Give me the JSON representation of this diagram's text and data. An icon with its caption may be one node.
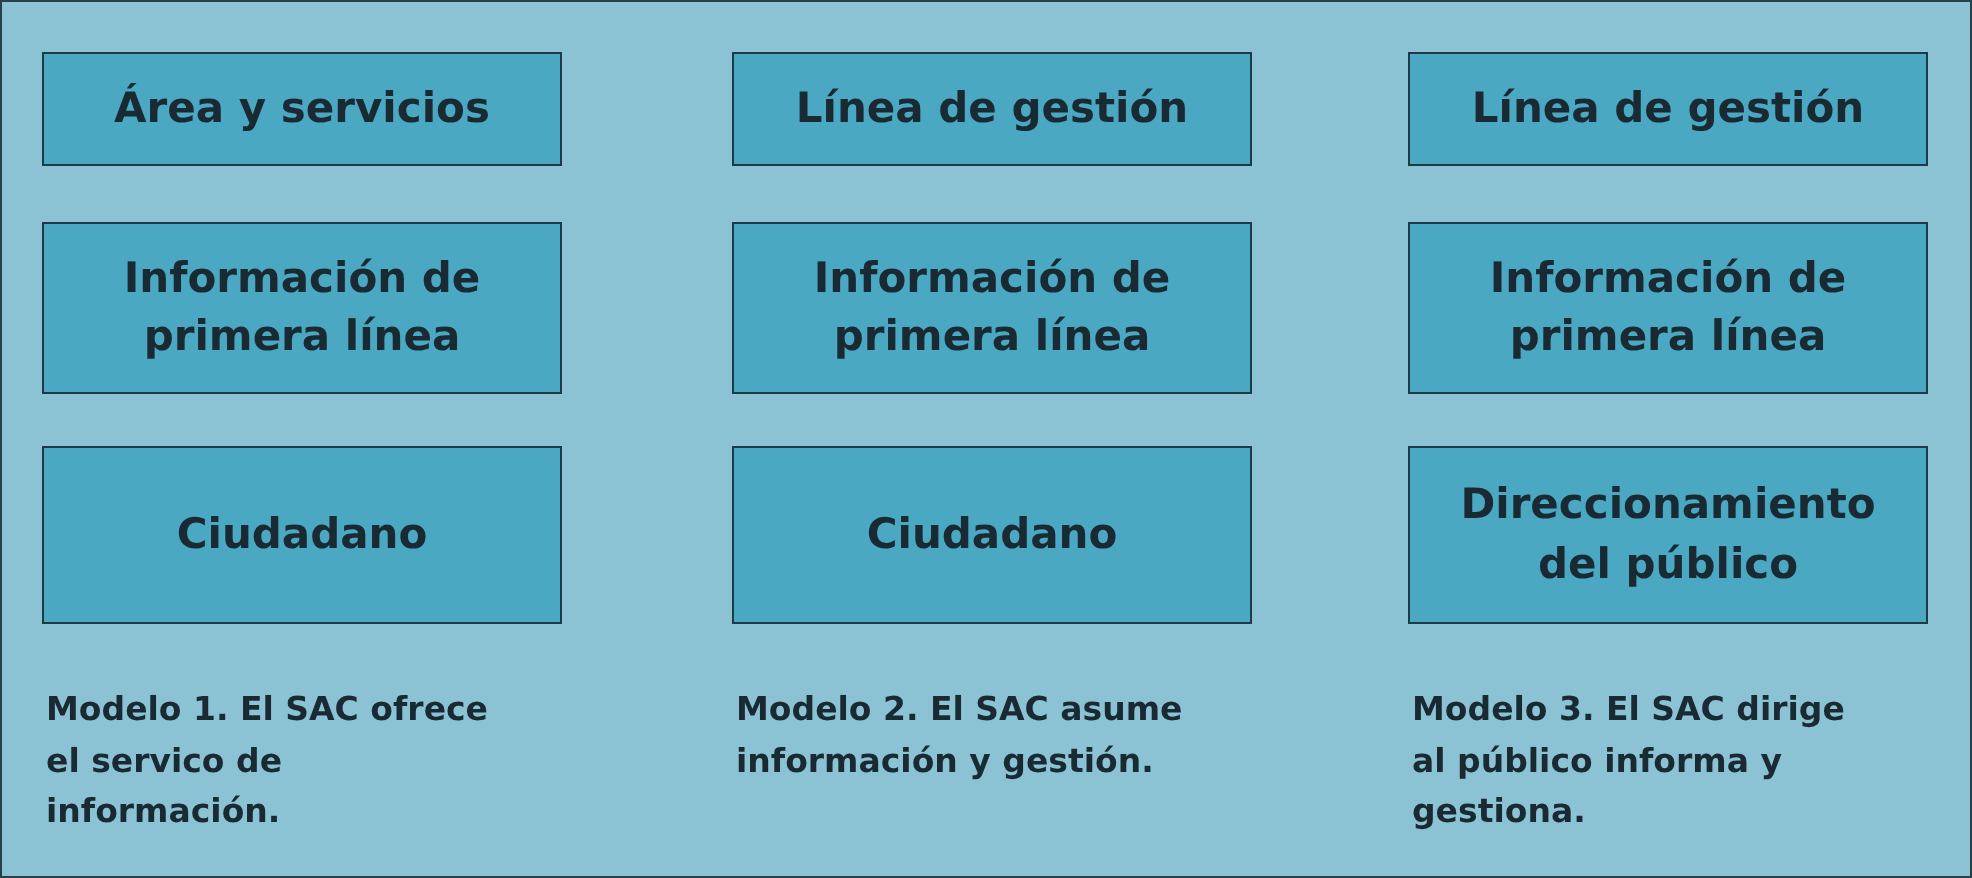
{
  "diagram": {
    "nodes": [
      {
        "text": [
          "Área y servicios"
        ]
      },
      {
        "text": [
          "Línea de gestión"
        ]
      },
      {
        "text": [
          "Línea de gestión"
        ]
      },
      {
        "text": [
          "Información de primera línea"
        ]
      },
      {
        "text": [
          "Información de primera línea"
        ]
      },
      {
        "text": [
          "Información de primera línea"
        ]
      },
      {
        "text": [
          "Ciudadano"
        ]
      },
      {
        "text": [
          "Ciudadano"
        ]
      },
      {
        "text": [
          "Direccionamiento del público"
        ]
      }
    ],
    "labels": [
      "Modelo 1. El SAC ofrece el servico de información.",
      "Modelo 2. El SAC asume información y gestión.",
      "Modelo 3. El SAC dirige al público informa y gestiona."
    ]
  }
}
